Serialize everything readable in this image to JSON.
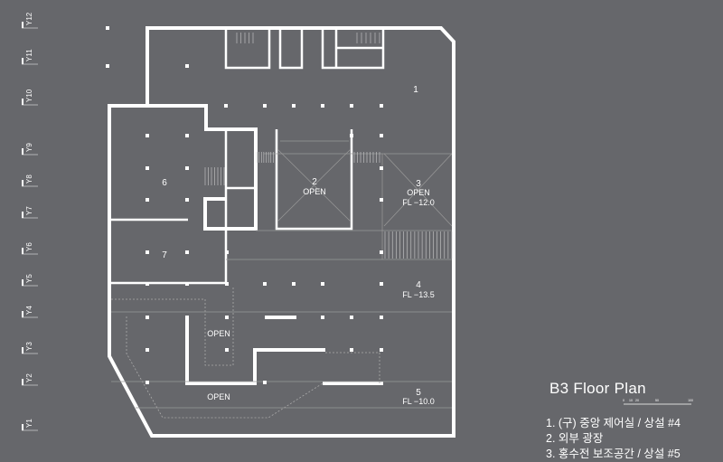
{
  "title": "B3 Floor Plan",
  "scale_bar": {
    "ticks": [
      "0",
      "10",
      "20",
      "50",
      "100"
    ]
  },
  "axis_labels": [
    "Y1",
    "Y2",
    "Y3",
    "Y4",
    "Y5",
    "Y6",
    "Y7",
    "Y8",
    "Y9",
    "Y10",
    "Y11",
    "Y12"
  ],
  "rooms": {
    "r1": {
      "num": "1"
    },
    "r2": {
      "num": "2",
      "label": "OPEN"
    },
    "r3": {
      "num": "3",
      "label": "OPEN",
      "level": "FL −12.0"
    },
    "r4": {
      "num": "4",
      "level": "FL −13.5"
    },
    "r5": {
      "num": "5",
      "level": "FL −10.0"
    },
    "r6": {
      "num": "6"
    },
    "r7": {
      "num": "7"
    },
    "open_a": "OPEN",
    "open_b": "OPEN"
  },
  "legend": [
    "1. (구) 중앙 제어실 / 상설 #4",
    "2. 외부 광장",
    "3. 홍수전 보조공간 / 상설 #5"
  ]
}
